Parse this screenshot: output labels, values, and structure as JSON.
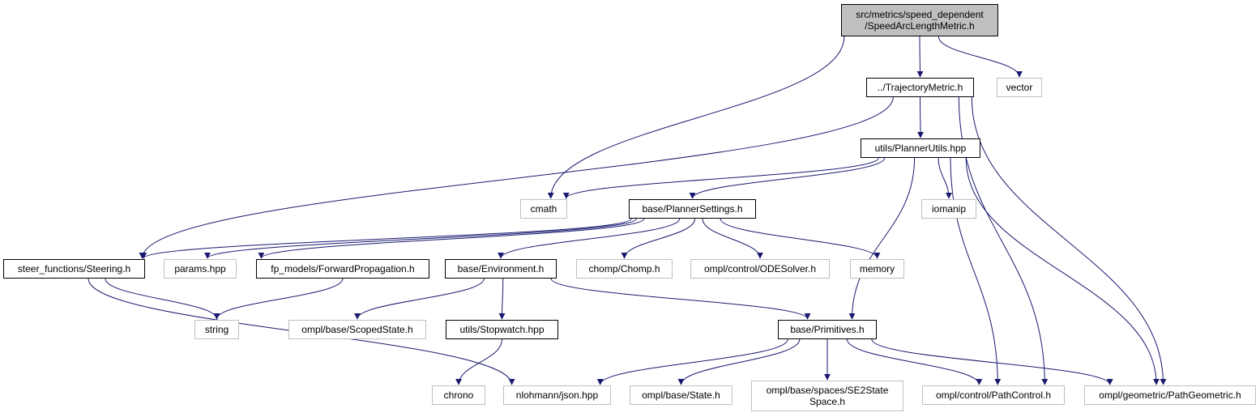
{
  "colors": {
    "edge": "#191970",
    "local_border": "#000000",
    "external_border": "#bfbfbf",
    "root_fill": "#bfbfbf"
  },
  "nodes": {
    "root": "src/metrics/speed_dependent\n/SpeedArcLengthMetric.h",
    "trajectory_metric": "../TrajectoryMetric.h",
    "vector": "vector",
    "planner_utils": "utils/PlannerUtils.hpp",
    "cmath": "cmath",
    "planner_settings": "base/PlannerSettings.h",
    "iomanip": "iomanip",
    "steering": "steer_functions/Steering.h",
    "params": "params.hpp",
    "forward_propagation": "fp_models/ForwardPropagation.h",
    "environment": "base/Environment.h",
    "chomp": "chomp/Chomp.h",
    "ode_solver": "ompl/control/ODESolver.h",
    "memory": "memory",
    "string": "string",
    "scoped_state": "ompl/base/ScopedState.h",
    "stopwatch": "utils/Stopwatch.hpp",
    "primitives": "base/Primitives.h",
    "chrono": "chrono",
    "json": "nlohmann/json.hpp",
    "state": "ompl/base/State.h",
    "se2_state_space": "ompl/base/spaces/SE2State\nSpace.h",
    "path_control": "ompl/control/PathControl.h",
    "path_geometric": "ompl/geometric/PathGeometric.h"
  },
  "edges": [
    [
      "root",
      "cmath"
    ],
    [
      "root",
      "trajectory_metric"
    ],
    [
      "root",
      "vector"
    ],
    [
      "trajectory_metric",
      "steering"
    ],
    [
      "trajectory_metric",
      "planner_utils"
    ],
    [
      "trajectory_metric",
      "path_control"
    ],
    [
      "trajectory_metric",
      "path_geometric"
    ],
    [
      "planner_utils",
      "cmath"
    ],
    [
      "planner_utils",
      "planner_settings"
    ],
    [
      "planner_utils",
      "iomanip"
    ],
    [
      "planner_utils",
      "primitives"
    ],
    [
      "planner_utils",
      "path_control"
    ],
    [
      "planner_utils",
      "path_geometric"
    ],
    [
      "planner_settings",
      "steering"
    ],
    [
      "planner_settings",
      "params"
    ],
    [
      "planner_settings",
      "forward_propagation"
    ],
    [
      "planner_settings",
      "environment"
    ],
    [
      "planner_settings",
      "chomp"
    ],
    [
      "planner_settings",
      "ode_solver"
    ],
    [
      "planner_settings",
      "memory"
    ],
    [
      "steering",
      "string"
    ],
    [
      "steering",
      "json"
    ],
    [
      "forward_propagation",
      "string"
    ],
    [
      "environment",
      "scoped_state"
    ],
    [
      "environment",
      "stopwatch"
    ],
    [
      "environment",
      "primitives"
    ],
    [
      "stopwatch",
      "chrono"
    ],
    [
      "primitives",
      "json"
    ],
    [
      "primitives",
      "state"
    ],
    [
      "primitives",
      "se2_state_space"
    ],
    [
      "primitives",
      "path_control"
    ],
    [
      "primitives",
      "path_geometric"
    ]
  ]
}
